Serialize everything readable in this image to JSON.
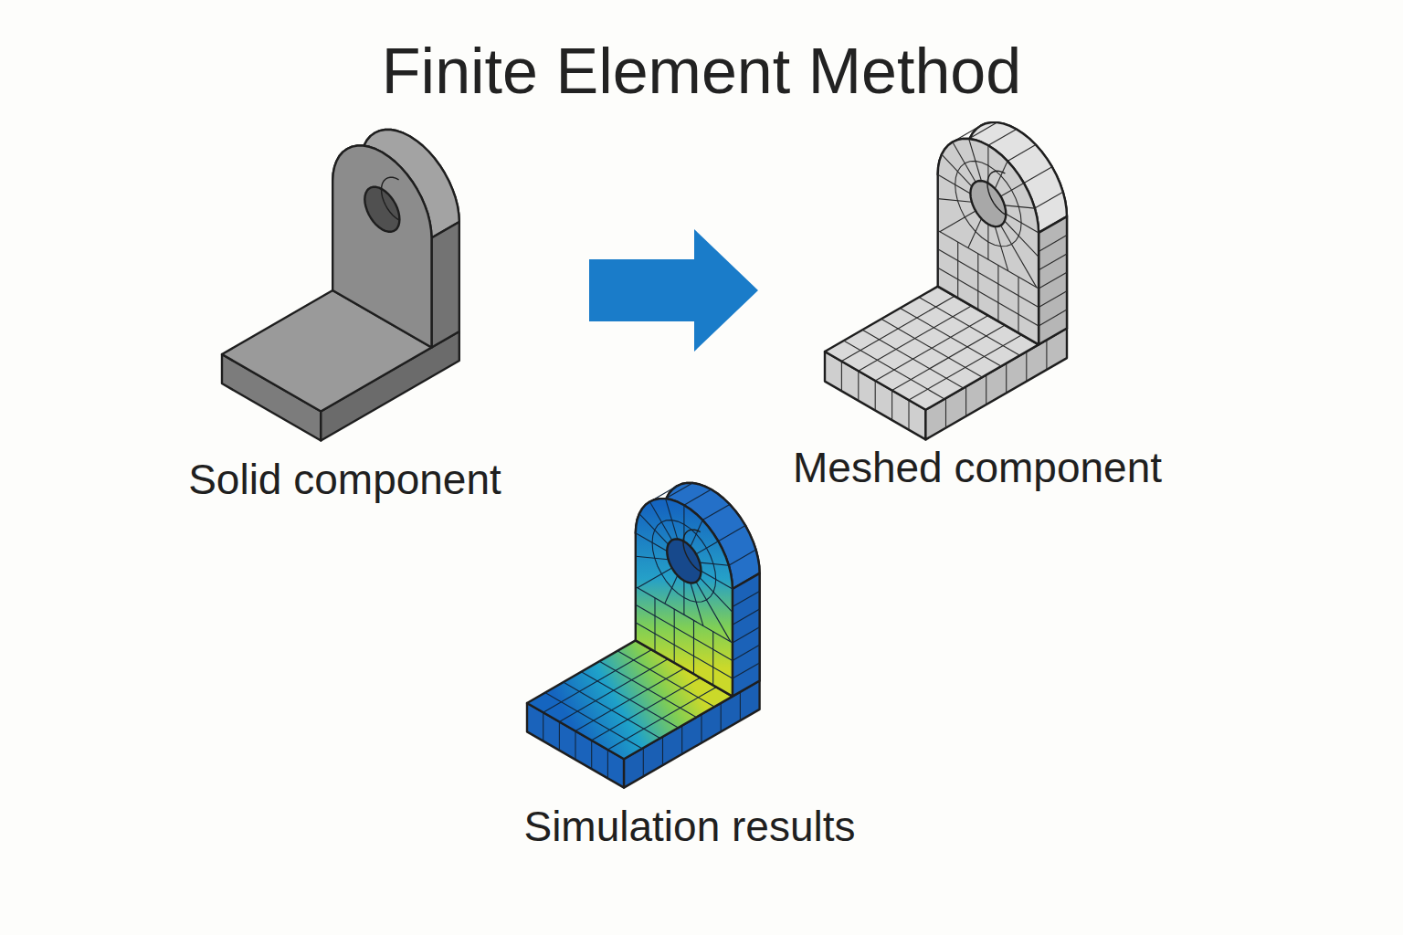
{
  "diagram": {
    "title": "Finite Element Method",
    "nodes": [
      {
        "text": [
          "Solid component"
        ]
      },
      {
        "text": [
          "Meshed component"
        ]
      },
      {
        "text": [
          "Simulation results"
        ]
      }
    ],
    "edges": [
      {
        "from": 0,
        "to": 1,
        "arrow": "to"
      }
    ]
  }
}
